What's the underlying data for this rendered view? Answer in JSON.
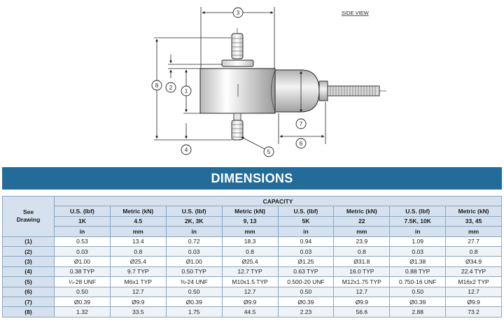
{
  "drawing": {
    "side_view_label": "SIDE VIEW",
    "callouts": [
      "1",
      "2",
      "3",
      "4",
      "5",
      "6",
      "7",
      "8"
    ]
  },
  "banner": {
    "title": "DIMENSIONS"
  },
  "table": {
    "see_drawing_line1": "See",
    "see_drawing_line2": "Drawing",
    "capacity_label": "CAPACITY",
    "unit_headers": [
      "U.S. (lbf)",
      "Metric (kN)",
      "U.S. (lbf)",
      "Metric (kN)",
      "U.S. (lbf)",
      "Metric (kN)",
      "U.S. (lbf)",
      "Metric (kN)"
    ],
    "capacities": [
      "1K",
      "4.5",
      "2K, 3K",
      "9, 13",
      "5K",
      "22",
      "7.5K, 10K",
      "33, 45"
    ],
    "measure_units": [
      "in",
      "mm",
      "in",
      "mm",
      "in",
      "mm",
      "in",
      "mm"
    ],
    "rows": [
      {
        "label": "(1)",
        "values": [
          "0.53",
          "13.4",
          "0.72",
          "18.3",
          "0.94",
          "23.9",
          "1.09",
          "27.7"
        ]
      },
      {
        "label": "(2)",
        "values": [
          "0.03",
          "0.8",
          "0.03",
          "0.8",
          "0.03",
          "0.8",
          "0.03",
          "0.8"
        ]
      },
      {
        "label": "(3)",
        "values": [
          "Ø1.00",
          "Ø25.4",
          "Ø1.00",
          "Ø25.4",
          "Ø1.25",
          "Ø31.8",
          "Ø1.38",
          "Ø34.9"
        ]
      },
      {
        "label": "(4)",
        "values": [
          "0.38 TYP",
          "9.7 TYP",
          "0.50 TYP",
          "12.7 TYP",
          "0.63 TYP",
          "16.0 TYP",
          "0.88 TYP",
          "22.4 TYP"
        ]
      },
      {
        "label": "(5)",
        "values": [
          "¼-28 UNF",
          "M6x1 TYP",
          "⅜-24 UNF",
          "M10x1.5 TYP",
          "0.500-20 UNF",
          "M12x1.75 TYP",
          "0.750-16 UNF",
          "M16x2 TYP"
        ]
      },
      {
        "label": "(6)",
        "values": [
          "0.50",
          "12.7",
          "0.50",
          "12.7",
          "0.50",
          "12.7",
          "0.50",
          "12.7"
        ]
      },
      {
        "label": "(7)",
        "values": [
          "Ø0.39",
          "Ø9.9",
          "Ø0.39",
          "Ø9.9",
          "Ø0.39",
          "Ø9.9",
          "Ø0.39",
          "Ø9.9"
        ]
      },
      {
        "label": "(8)",
        "values": [
          "1.32",
          "33.5",
          "1.75",
          "44.5",
          "2.23",
          "56.6",
          "2.88",
          "73.2"
        ]
      }
    ]
  },
  "colors": {
    "banner": "#236c99",
    "header_fill": "#d5e1ee",
    "grid": "#8aa6c0"
  }
}
